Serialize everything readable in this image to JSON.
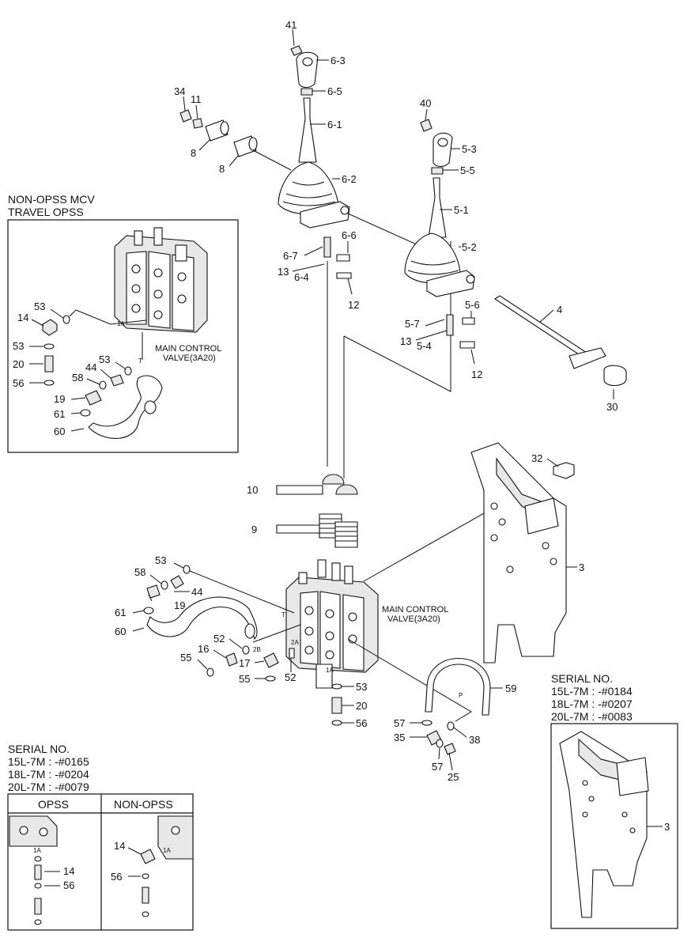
{
  "boxes": {
    "non_opss": {
      "title1": "NON-OPSS MCV",
      "title2": "TRAVEL OPSS",
      "valve1": "MAIN CONTROL",
      "valve2": "VALVE(3A20)",
      "callouts": [
        "53",
        "14",
        "53",
        "20",
        "56",
        "53",
        "44",
        "58",
        "19",
        "61",
        "60"
      ],
      "port_1a": "1A",
      "port_t": "T"
    },
    "serial_left": {
      "title": "SERIAL NO.",
      "line1": "15L-7M : -#0165",
      "line2": "18L-7M : -#0204",
      "line3": "20L-7M : -#0079",
      "col_opss": "OPSS",
      "col_non_opss": "NON-OPSS",
      "opss_callouts": [
        "14",
        "56"
      ],
      "non_opss_callouts": [
        "14",
        "56"
      ],
      "port_1a": "1A"
    },
    "serial_right": {
      "title": "SERIAL NO.",
      "line1": "15L-7M : -#0184",
      "line2": "18L-7M : -#0207",
      "line3": "20L-7M : -#0083",
      "callout": "3"
    }
  },
  "main_valve": {
    "label1": "MAIN CONTROL",
    "label2": "VALVE(3A20)"
  },
  "ports": {
    "t": "T",
    "p2b": "2B",
    "p2a": "2A",
    "p1a": "1A",
    "p": "P"
  },
  "callouts": {
    "c41": "41",
    "c6_3": "6-3",
    "c6_5": "6-5",
    "c6_1": "6-1",
    "c6_2": "6-2",
    "c34": "34",
    "c11": "11",
    "c8a": "8",
    "c8b": "8",
    "c40": "40",
    "c5_3": "5-3",
    "c5_5": "5-5",
    "c5_1": "5-1",
    "c5_2": "5-2",
    "c6_6": "6-6",
    "c6_7": "6-7",
    "c13a": "13",
    "c6_4": "6-4",
    "c12a": "12",
    "c4": "4",
    "c5_6": "5-6",
    "c5_7": "5-7",
    "c13b": "13",
    "c5_4": "5-4",
    "c12b": "12",
    "c30": "30",
    "c32": "32",
    "c10": "10",
    "c9": "9",
    "c3": "3",
    "c53a": "53",
    "c58": "58",
    "c44": "44",
    "c19": "19",
    "c61": "61",
    "c60": "60",
    "c52a": "52",
    "c16": "16",
    "c17": "17",
    "c55a": "55",
    "c55b": "55",
    "c52b": "52",
    "c53b": "53",
    "c20": "20",
    "c56": "56",
    "c59": "59",
    "c57a": "57",
    "c35": "35",
    "c38": "38",
    "c57b": "57",
    "c25": "25"
  }
}
